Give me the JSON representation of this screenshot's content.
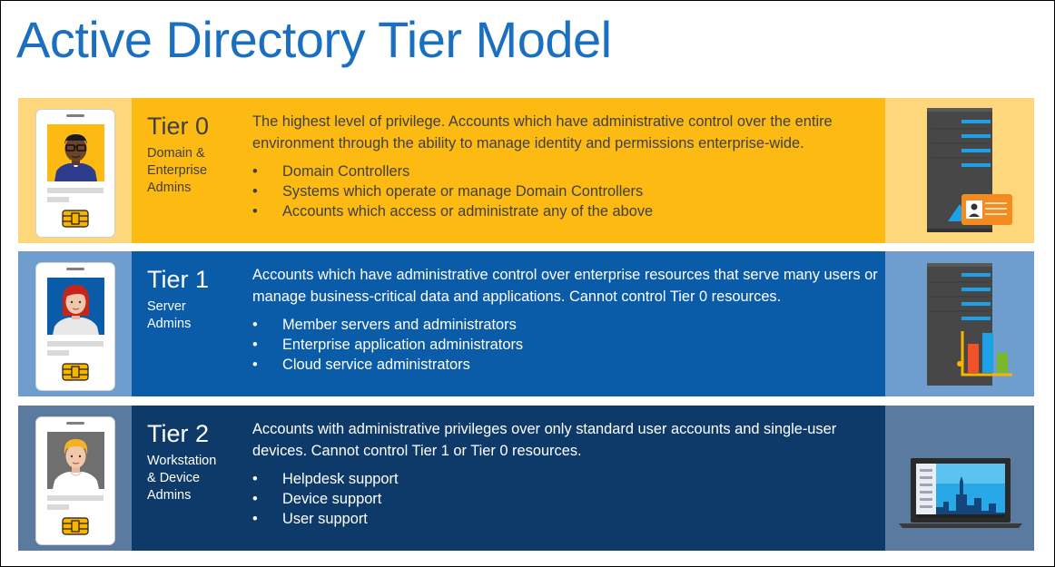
{
  "title": "Active Directory Tier Model",
  "tiers": [
    {
      "name": "Tier 0",
      "subtitle": [
        "Domain &",
        "Enterprise",
        "Admins"
      ],
      "description": "The highest level of privilege. Accounts which have administrative control over the entire environment through the ability to manage identity and permissions enterprise-wide.",
      "bullets": [
        "Domain Controllers",
        "Systems which operate or manage Domain Controllers",
        "Accounts which access or administrate any of the above"
      ],
      "colors": {
        "badge_bg": "#fed67c",
        "main_bg": "#fdba13",
        "image_bg": "#fed67c",
        "text": "#404040"
      },
      "badge_icon": "man-with-glasses-avatar-icon",
      "image_icon": "server-tower-with-id-card-icon"
    },
    {
      "name": "Tier 1",
      "subtitle": [
        "Server",
        "Admins"
      ],
      "description": "Accounts which have administrative control over enterprise resources that serve many users or manage business-critical data and applications. Cannot control Tier 0 resources.",
      "bullets": [
        "Member servers and administrators",
        "Enterprise application administrators",
        "Cloud service administrators"
      ],
      "colors": {
        "badge_bg": "#6f9ece",
        "main_bg": "#0b5ca8",
        "image_bg": "#6f9ece",
        "text": "#ffffff"
      },
      "badge_icon": "red-haired-woman-avatar-icon",
      "image_icon": "server-tower-with-bar-chart-icon"
    },
    {
      "name": "Tier 2",
      "subtitle": [
        "Workstation",
        "& Device",
        "Admins"
      ],
      "description": "Accounts with administrative privileges over only standard user accounts and single-user devices. Cannot control Tier 1 or Tier 0 resources.",
      "bullets": [
        "Helpdesk support",
        "Device support",
        "User support"
      ],
      "colors": {
        "badge_bg": "#5b7aa0",
        "main_bg": "#0e3a6a",
        "image_bg": "#5b7aa0",
        "text": "#ffffff"
      },
      "badge_icon": "blonde-person-avatar-icon",
      "image_icon": "laptop-with-city-skyline-icon"
    }
  ],
  "bullet_symbol": "•"
}
